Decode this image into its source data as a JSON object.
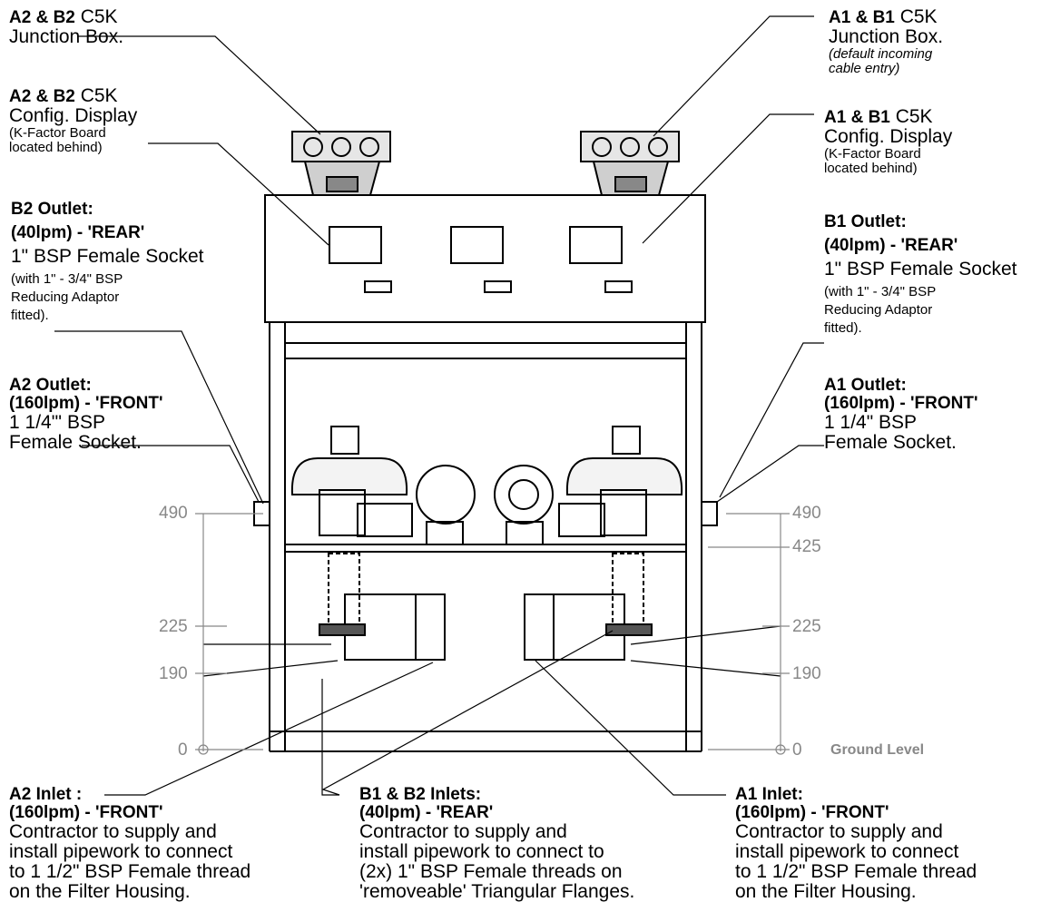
{
  "labels": {
    "a2b2_jbox": {
      "bold": "A2 & B2",
      "suffix": " C5K",
      "line2": "Junction Box."
    },
    "a1b1_jbox": {
      "bold": "A1 & B1",
      "suffix": " C5K",
      "line2": "Junction Box.",
      "note1": "(default incoming",
      "note2": "cable entry)"
    },
    "a2b2_display": {
      "bold": "A2 & B2",
      "suffix": " C5K",
      "line2": "Config. Display",
      "note1": "(K-Factor Board",
      "note2": "located behind)"
    },
    "a1b1_display": {
      "bold": "A1 & B1",
      "suffix": " C5K",
      "line2": "Config. Display",
      "note1": "(K-Factor Board",
      "note2": "located behind)"
    },
    "b2_outlet": {
      "title": "B2 Outlet:",
      "flow": "(40lpm) - 'REAR'",
      "size": "1\" BSP Female Socket",
      "n1": "(with 1\" - 3/4\" BSP",
      "n2": "Reducing Adaptor",
      "n3": "fitted)."
    },
    "b1_outlet": {
      "title": "B1 Outlet:",
      "flow": "(40lpm) - 'REAR'",
      "size": "1\" BSP Female Socket",
      "n1": "(with 1\" - 3/4\" BSP",
      "n2": "Reducing Adaptor",
      "n3": "fitted)."
    },
    "a2_outlet": {
      "title": "A2 Outlet:",
      "flow": "(160lpm) - 'FRONT'",
      "l3": "1 1/4\"' BSP",
      "l4": "Female Socket."
    },
    "a1_outlet": {
      "title": "A1 Outlet:",
      "flow": "(160lpm) - 'FRONT'",
      "l3": "1 1/4\" BSP",
      "l4": "Female Socket."
    },
    "a2_inlet": {
      "title": "A2 Inlet :",
      "flow": "(160lpm) - 'FRONT'",
      "l3": "Contractor to supply and",
      "l4": "install pipework to connect",
      "l5": "to 1 1/2\" BSP Female thread",
      "l6": "on the Filter Housing."
    },
    "b_inlets": {
      "title": "B1 & B2 Inlets:",
      "flow": "(40lpm) - 'REAR'",
      "l3": "Contractor to supply and",
      "l4": "install pipework to connect to",
      "l5": "(2x) 1\" BSP Female threads on",
      "l6": "'removeable' Triangular Flanges."
    },
    "a1_inlet": {
      "title": "A1 Inlet:",
      "flow": "(160lpm) - 'FRONT'",
      "l3": "Contractor to supply and",
      "l4": "install pipework to connect",
      "l5": "to 1 1/2\" BSP Female thread",
      "l6": "on the Filter Housing."
    }
  },
  "dimensions": {
    "left": [
      "490",
      "225",
      "190",
      "0"
    ],
    "right": [
      "490",
      "425",
      "225",
      "190",
      "0"
    ],
    "ground_label": "Ground Level"
  },
  "colors": {
    "line": "#000000",
    "dim": "#888888"
  }
}
